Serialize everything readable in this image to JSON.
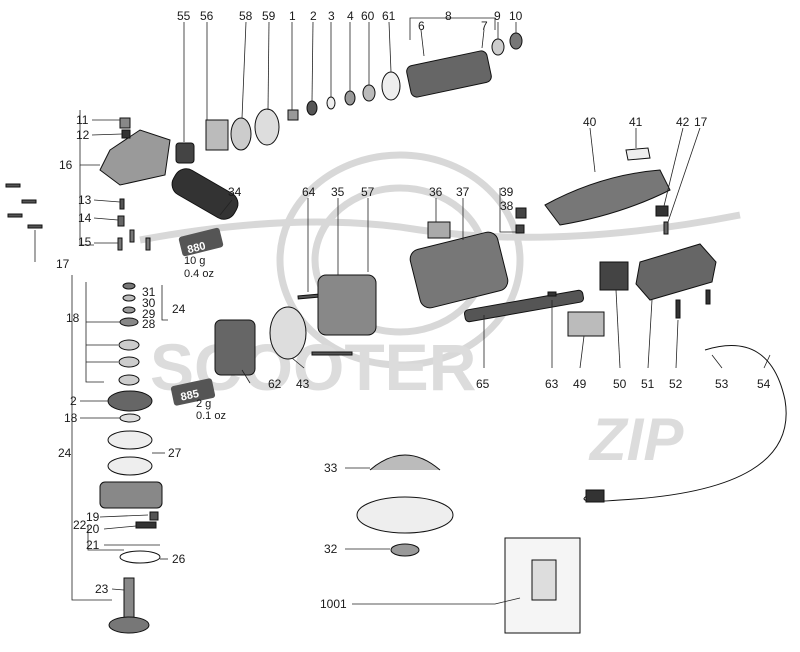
{
  "watermark": {
    "line1": "SCOOTER",
    "line2": "ZIP"
  },
  "callouts": {
    "n55": "55",
    "n56": "56",
    "n58": "58",
    "n59": "59",
    "n1": "1",
    "n2top": "2",
    "n3": "3",
    "n4": "4",
    "n60": "60",
    "n61": "61",
    "n8": "8",
    "n9": "9",
    "n10": "10",
    "n6": "6",
    "n7": "7",
    "n11": "11",
    "n12": "12",
    "n16": "16",
    "n13": "13",
    "n14": "14",
    "n15": "15",
    "n17left": "17",
    "n34": "34",
    "n64": "64",
    "n35": "35",
    "n57": "57",
    "n36": "36",
    "n37": "37",
    "n39": "39",
    "n38": "38",
    "n40": "40",
    "n41": "41",
    "n42": "42",
    "n17right": "17",
    "n31": "31",
    "n30": "30",
    "n29": "29",
    "n28": "28",
    "n24a": "24",
    "n18a": "18",
    "n2mid": "2",
    "n18b": "18",
    "n27": "27",
    "n24b": "24",
    "n62": "62",
    "n43": "43",
    "n65": "65",
    "n63": "63",
    "n49": "49",
    "n50": "50",
    "n51": "51",
    "n52": "52",
    "n53": "53",
    "n54": "54",
    "n33": "33",
    "n32": "32",
    "n1001": "1001",
    "n19": "19",
    "n20": "20",
    "n21": "21",
    "n22": "22",
    "n26": "26",
    "n23": "23"
  },
  "tubes": {
    "grease880": {
      "label": "880",
      "weight": "10 g",
      "ounces": "0.4 oz"
    },
    "grease885": {
      "label": "885",
      "weight": "2 g",
      "ounces": "0.1 oz"
    }
  }
}
